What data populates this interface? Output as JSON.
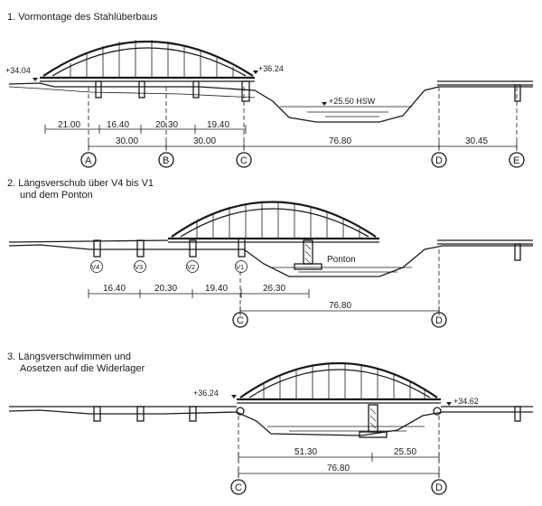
{
  "stage1": {
    "title": "1. Vormontage des Stahlüberbaus",
    "elev_left": "+34.04",
    "elev_right": "+36.24",
    "water": "+25.50 HSW",
    "dims_top": [
      "21.00",
      "16.40",
      "20.30",
      "19.40"
    ],
    "dims_bottom": [
      "30.00",
      "30.00",
      "76.80",
      "30.45"
    ],
    "axes": [
      "A",
      "B",
      "C",
      "D",
      "E"
    ]
  },
  "stage2": {
    "title_line1": "2. Längsverschub über V4 bis V1",
    "title_line2": "und dem Ponton",
    "ponton": "Ponton",
    "piers": [
      "V4",
      "V3",
      "V2",
      "V1"
    ],
    "dims_top": [
      "16.40",
      "20.30",
      "19.40",
      "26.30"
    ],
    "dim_span": "76.80",
    "axes": [
      "C",
      "D"
    ]
  },
  "stage3": {
    "title_line1": "3. Längsverschwimmen und",
    "title_line2": "Aosetzen auf die Widerlager",
    "elev_left": "+36.24",
    "elev_right": "+34.62",
    "dims_top": [
      "51.30",
      "25.50"
    ],
    "dim_span": "76.80",
    "axes": [
      "C",
      "D"
    ]
  }
}
